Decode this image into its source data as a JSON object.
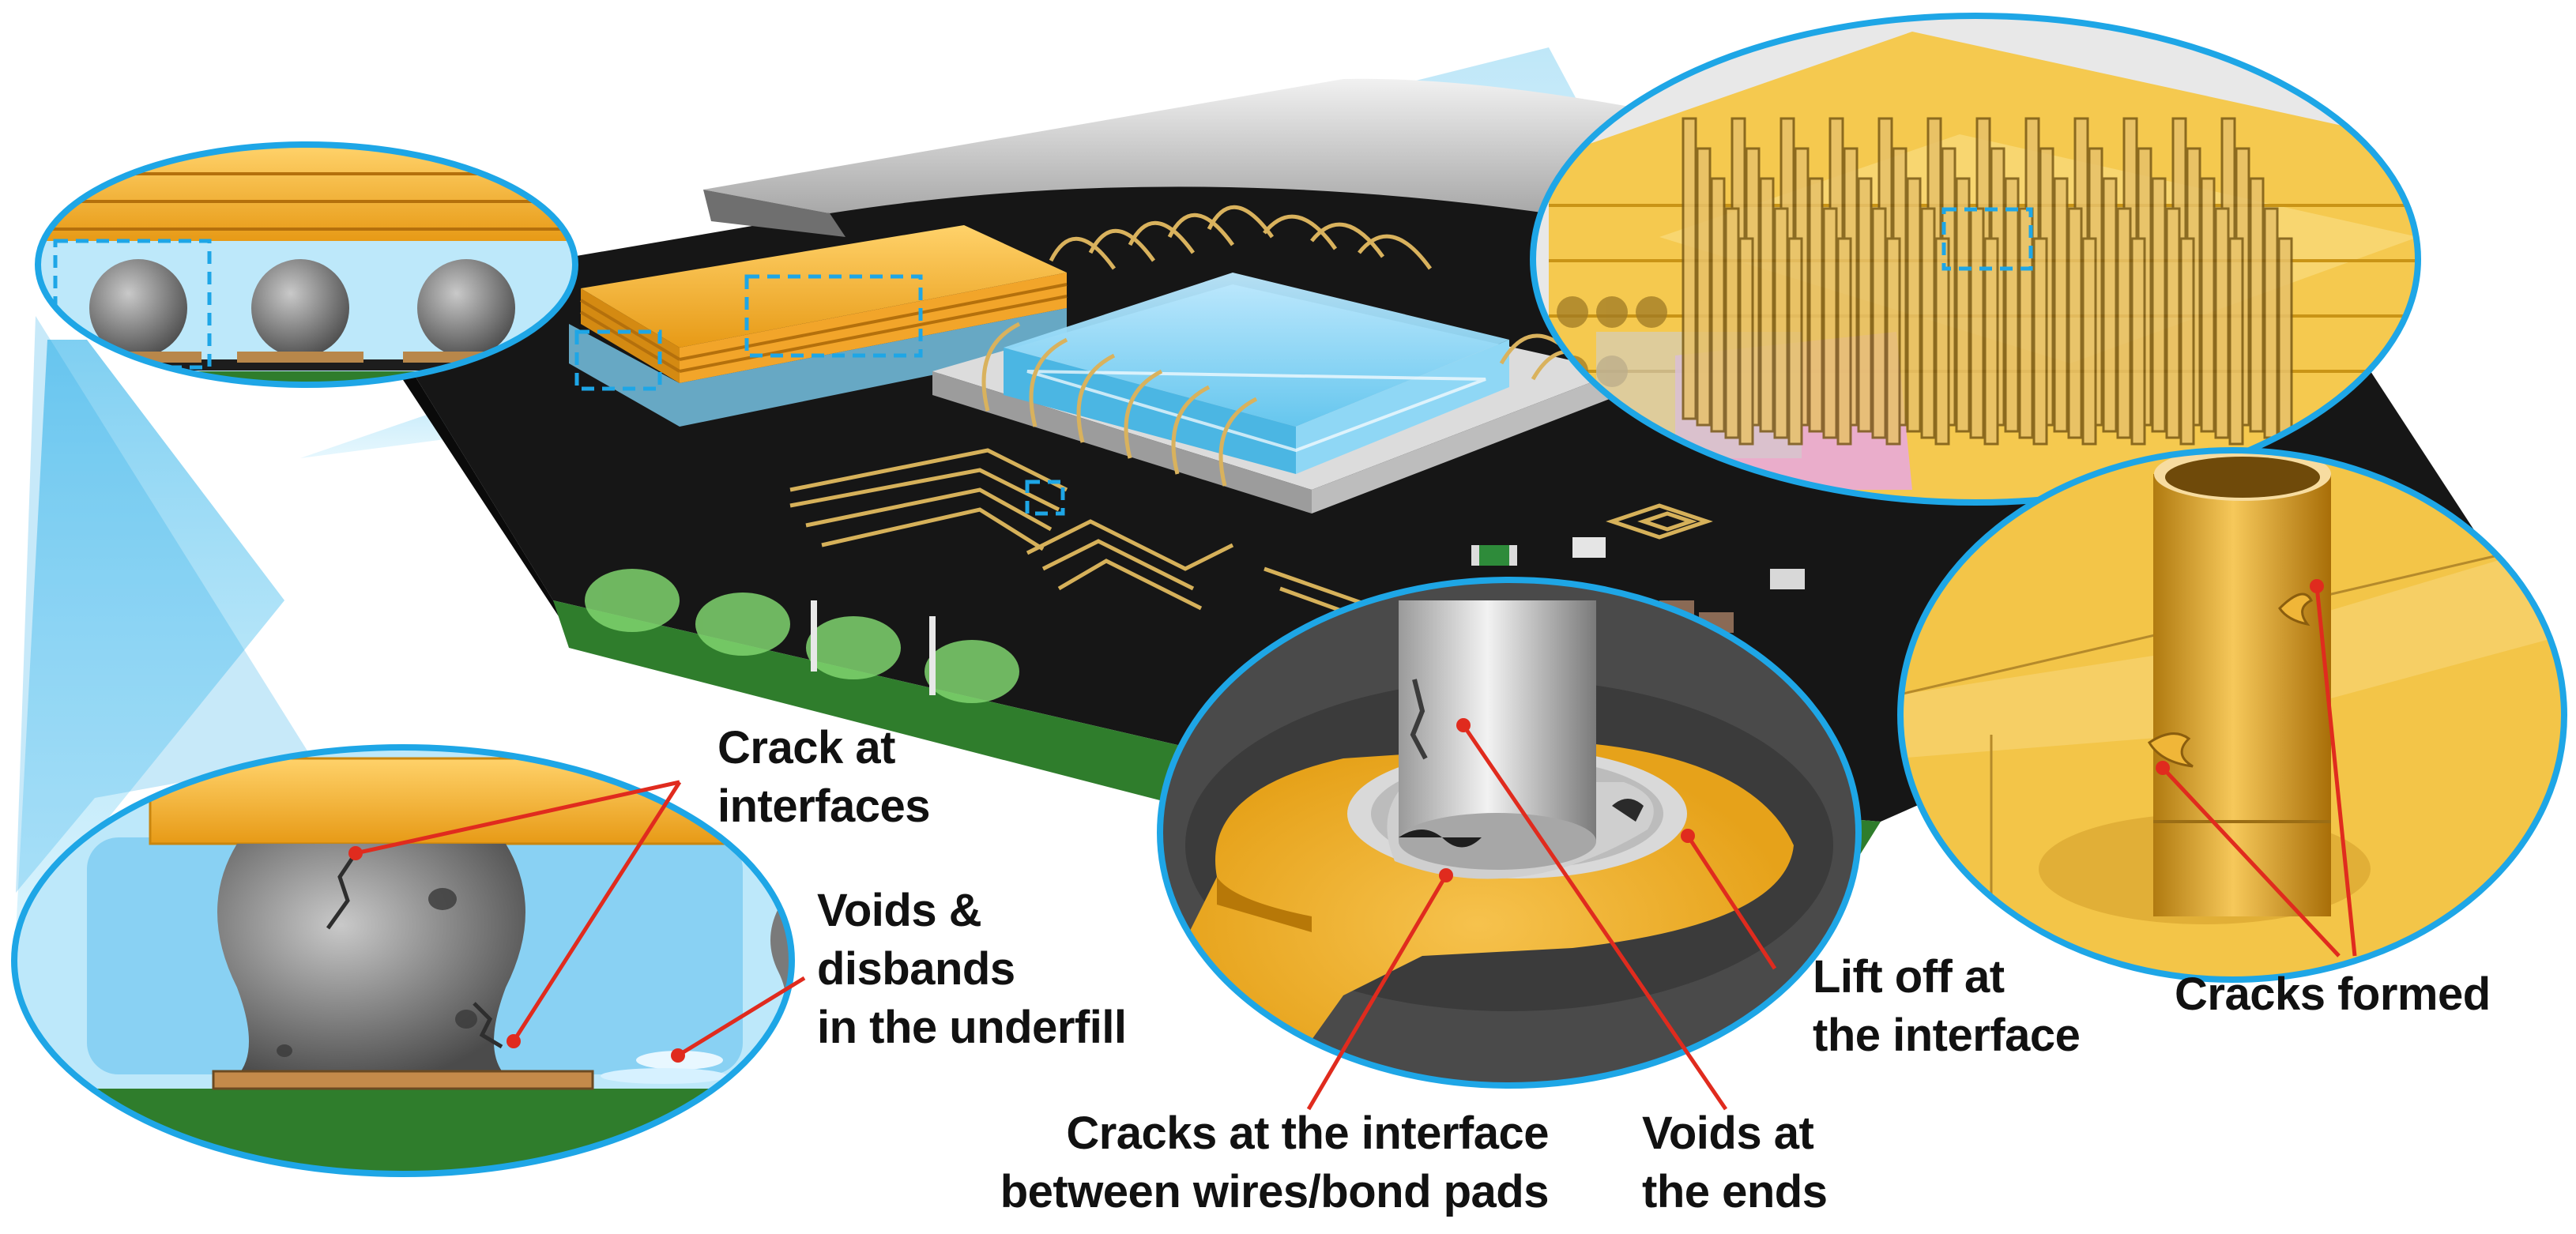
{
  "colors": {
    "callout_blue": "#1ea6e6",
    "leader_red": "#e02b1e",
    "gold": "#f0b429",
    "pcb_green": "#2f7d2c",
    "solder_gray": "#8a8a8a",
    "label_text": "#111111"
  },
  "labels": {
    "crack_interfaces": [
      "Crack at",
      "interfaces"
    ],
    "voids_underfill": [
      "Voids &",
      "disbands",
      "in the underfill"
    ],
    "cracks_wires": [
      "Cracks at the interface",
      "between wires/bond pads"
    ],
    "voids_ends": [
      "Voids at",
      "the ends"
    ],
    "lift_off": [
      "Lift off at",
      "the interface"
    ],
    "cracks_formed": [
      "Cracks formed"
    ]
  }
}
